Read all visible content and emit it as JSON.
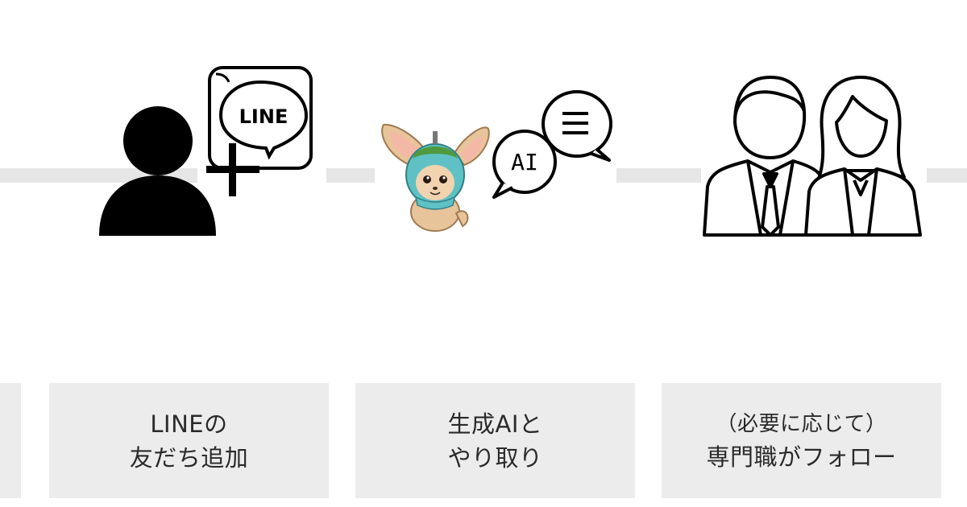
{
  "steps": [
    {
      "icon": "user-add-line-icon",
      "badge_text": "LINE",
      "label_lines": [
        "LINEの",
        "友だち追加"
      ]
    },
    {
      "icon": "mascot-ai-chat-icon",
      "badge_text": "AI",
      "label_lines": [
        "生成AIと",
        "やり取り"
      ]
    },
    {
      "icon": "business-people-icon",
      "label_lines": [
        "（必要に応じて）",
        "専門職がフォロー"
      ]
    }
  ],
  "colors": {
    "band": "#e6e6e6",
    "card": "#ececec",
    "text": "#2a2a2a",
    "icon": "#000000",
    "mascot_hood": "#5fc1c3",
    "mascot_fur": "#e8c49a"
  }
}
